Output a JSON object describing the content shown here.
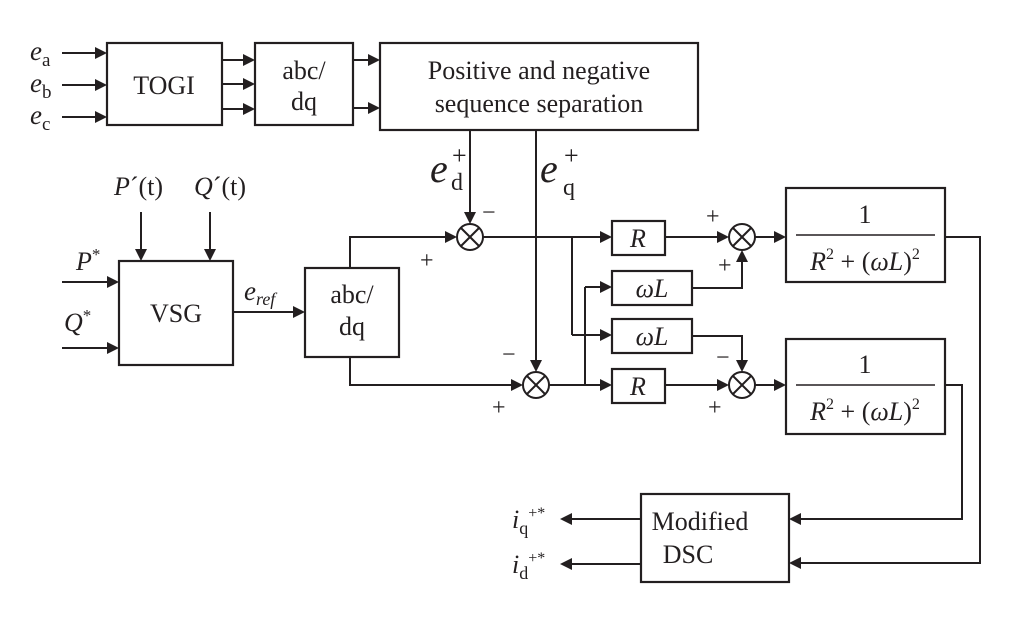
{
  "blocks": {
    "togi": "TOGI",
    "abc_dq_1_line1": "abc/",
    "abc_dq_1_line2": "dq",
    "pns_line1": "Positive and negative",
    "pns_line2": "sequence separation",
    "vsg": "VSG",
    "abc_dq_2_line1": "abc/",
    "abc_dq_2_line2": "dq",
    "r_top": "R",
    "wl_top": "ωL",
    "wl_bottom": "ωL",
    "r_bottom": "R",
    "tf_top_num": "1",
    "tf_bottom_num": "1",
    "dsc_line1": "Modified",
    "dsc_line2": "DSC"
  },
  "signals": {
    "ea_base": "e",
    "ea_sub": "a",
    "eb_base": "e",
    "eb_sub": "b",
    "ec_base": "e",
    "ec_sub": "c",
    "ed_base": "e",
    "ed_sup": "+",
    "ed_sub": "d",
    "eq_base": "e",
    "eq_sup": "+",
    "eq_sub": "q",
    "p_t_base": "P",
    "p_t_rest": "´(t)",
    "q_t_base": "Q",
    "q_t_rest": "´(t)",
    "p_star_base": "P",
    "p_star_sup": "*",
    "q_star_base": "Q",
    "q_star_sup": "*",
    "eref_base": "e",
    "eref_sub": "ref",
    "iq_base": "i",
    "iq_sub": "q",
    "iq_sup": "+*",
    "id_base": "i",
    "id_sub": "d",
    "id_sup": "+*"
  },
  "signs": {
    "s1_minus": "−",
    "s1_plus": "+",
    "s2_minus": "−",
    "s2_plus": "+",
    "s3_plus_a": "+",
    "s3_plus_b": "+",
    "s4_minus": "−",
    "s4_plus": "+"
  }
}
